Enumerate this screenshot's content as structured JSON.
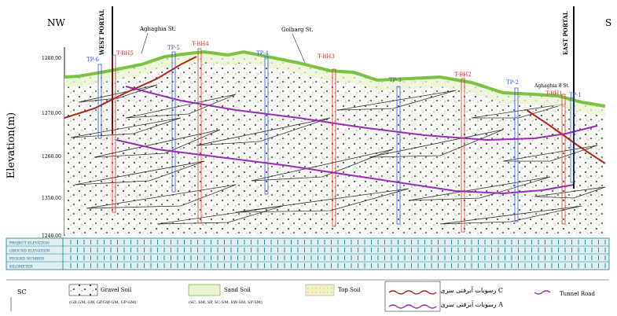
{
  "corners": {
    "left": "NW",
    "right": "S"
  },
  "y_axis": {
    "label": "Elevation(m)",
    "ticks": [
      "1280.00",
      "1270.00",
      "1260.00",
      "1350.00",
      "1240.00"
    ]
  },
  "streets": [
    "Aghaghia St.",
    "Golbarg St.",
    "Aghaghia 8 St."
  ],
  "portals": {
    "west": "WEST PORTAL",
    "east": "EAST PORTAL"
  },
  "test_pits": [
    {
      "label": "TP-6"
    },
    {
      "label": "TP-5"
    },
    {
      "label": "TP-4"
    },
    {
      "label": "TP-3"
    },
    {
      "label": "TP-2"
    },
    {
      "label": "TP-1"
    }
  ],
  "boreholes": [
    {
      "label": "T-BH5"
    },
    {
      "label": "T-BH4"
    },
    {
      "label": "T-BH3"
    },
    {
      "label": "T-BH2"
    },
    {
      "label": "T-BH1"
    }
  ],
  "table_rows": [
    "PROJECT ELEVATION",
    "GROUND ELEVATION",
    "PEGGED NUMBER",
    "KILOMETER"
  ],
  "legend": {
    "marker": "SC",
    "items": [
      {
        "name": "Gravel Soil",
        "sub": "(GB,GM, GW, GP,GW-GM, GP-GM)"
      },
      {
        "name": "Sand Soil",
        "sub": "(SC, SM, SP, SC-SM, SW-SM, SP-SM)"
      },
      {
        "name": "Top Soil"
      },
      {
        "name": "رسوبات آبرفتی سری C"
      },
      {
        "name": "رسوبات آبرفتی سری A"
      },
      {
        "name": "Tunnel Road"
      }
    ]
  },
  "colors": {
    "green": "#7cc242",
    "purple": "#9b2bb8",
    "red": "#b3261e",
    "blue_tp": "#3a5bd0",
    "red_bh": "#d23a3a",
    "table_teal": "#1f7f86",
    "table_bg": "#dfeef0"
  }
}
